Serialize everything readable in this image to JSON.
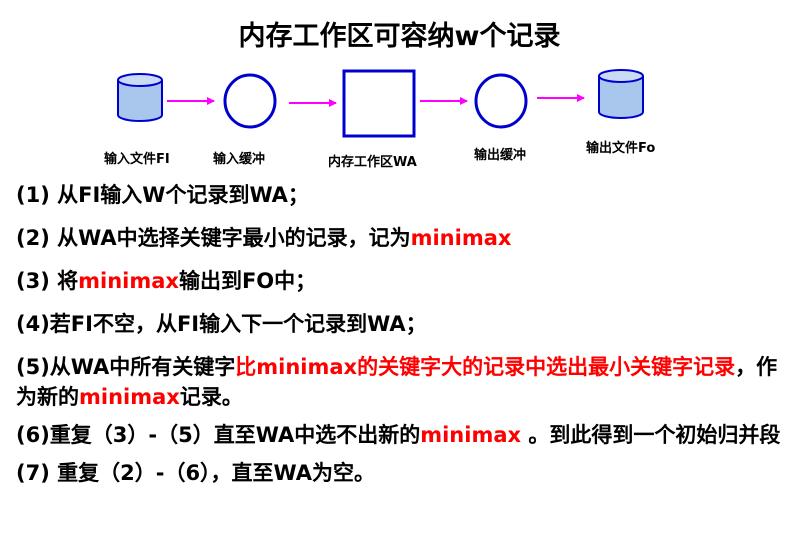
{
  "title": "内存工作区可容纳w个记录",
  "colors": {
    "arrow": "#ff00ff",
    "node_stroke": "#0000cc",
    "cylinder_fill": "#a9c6ec",
    "highlight": "#ff0000"
  },
  "nodes": [
    {
      "shape": "cylinder",
      "label": "输入文件FI"
    },
    {
      "shape": "circle",
      "label": "输入缓冲"
    },
    {
      "shape": "square",
      "label": "内存工作区WA"
    },
    {
      "shape": "circle",
      "label": "输出缓冲"
    },
    {
      "shape": "cylinder",
      "label": "输出文件Fo"
    }
  ],
  "steps": [
    {
      "parts": [
        {
          "text": "(1) 从FI输入W个记录到WA；",
          "red": false
        }
      ]
    },
    {
      "parts": [
        {
          "text": "(2) 从WA中选择关键字最小的记录，记为",
          "red": false
        },
        {
          "text": "minimax",
          "red": true
        }
      ]
    },
    {
      "parts": [
        {
          "text": "(3) 将",
          "red": false
        },
        {
          "text": "minimax",
          "red": true
        },
        {
          "text": "输出到FO中；",
          "red": false
        }
      ]
    },
    {
      "parts": [
        {
          "text": "(4)若FI不空，从FI输入下一个记录到WA；",
          "red": false
        }
      ]
    },
    {
      "parts": [
        {
          "text": "(5)从WA中所有关键字",
          "red": false
        },
        {
          "text": "比minimax的关键字大的记录中选出最小关键字记录",
          "red": true
        },
        {
          "text": "，作为新的",
          "red": false
        },
        {
          "text": "minimax",
          "red": true
        },
        {
          "text": "记录。",
          "red": false
        }
      ]
    },
    {
      "parts": [
        {
          "text": "(6)重复（3）-（5）直至WA中选不出新的",
          "red": false
        },
        {
          "text": "minimax",
          "red": true
        },
        {
          "text": " 。到此得到一个初始归并段",
          "red": false
        }
      ]
    },
    {
      "parts": [
        {
          "text": "(7) 重复（2）-（6），直至WA为空。",
          "red": false
        }
      ]
    }
  ]
}
